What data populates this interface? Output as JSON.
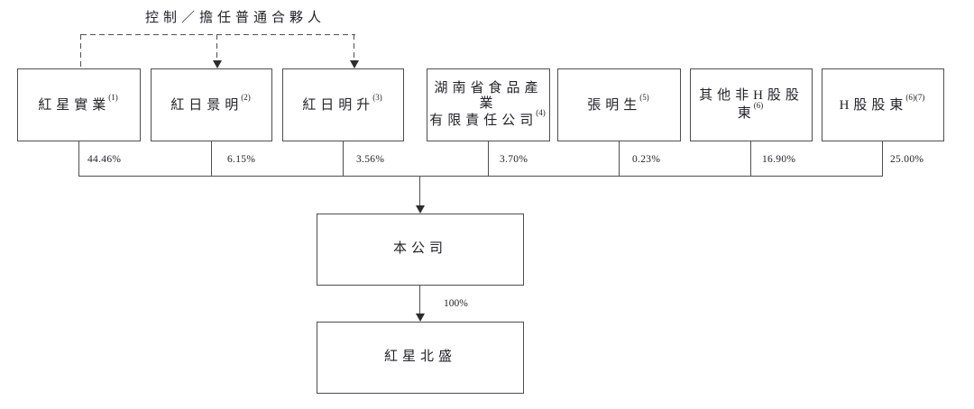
{
  "diagram": {
    "control_label": "控制／擔任普通合夥人",
    "shareholders": [
      {
        "line1": "紅星實業",
        "sup": "(1)",
        "pct": "44.46%"
      },
      {
        "line1": "紅日景明",
        "sup": "(2)",
        "pct": "6.15%"
      },
      {
        "line1": "紅日明升",
        "sup": "(3)",
        "pct": "3.56%"
      },
      {
        "line1": "湖南省食品產業",
        "line2": "有限責任公司",
        "sup": "(4)",
        "pct": "3.70%"
      },
      {
        "line1": "張明生",
        "sup": "(5)",
        "pct": "0.23%"
      },
      {
        "line1": "其他非H股股東",
        "sup": "(6)",
        "pct": "16.90%"
      },
      {
        "line1": "H股股東",
        "sup": "(6)(7)",
        "pct": "25.00%"
      }
    ],
    "company_label": "本公司",
    "subsidiary_label": "紅星北盛",
    "subsidiary_ownership_pct": "100%",
    "colors": {
      "line": "#4e4e50",
      "text": "#232327",
      "background": "#ffffff"
    }
  }
}
